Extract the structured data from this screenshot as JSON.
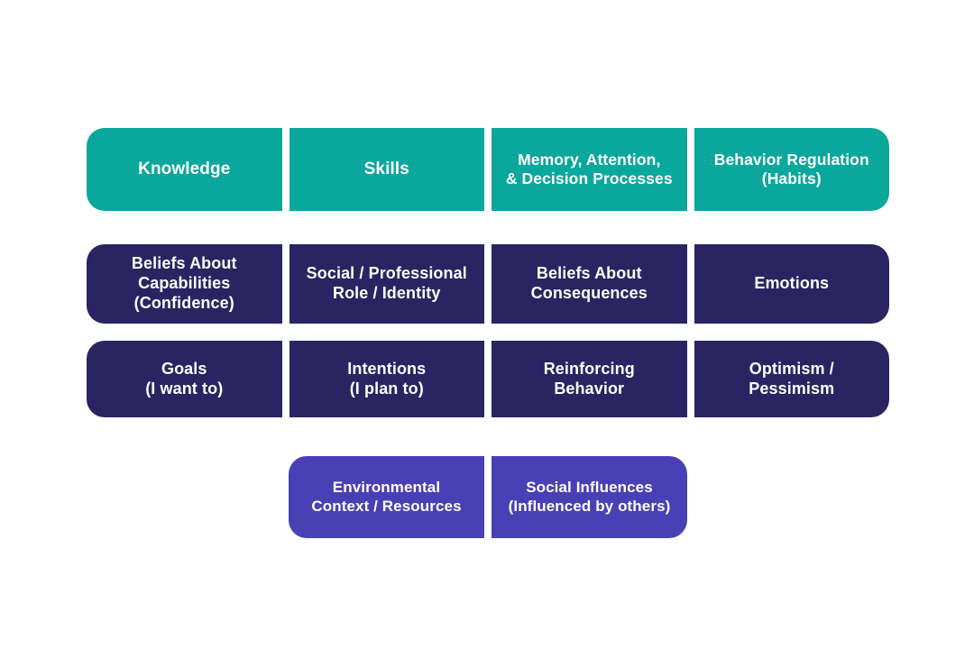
{
  "diagram": {
    "type": "grouped-box-grid",
    "background_color": "#FFFFFF",
    "colors": {
      "capability_teal": "#0AA79C",
      "motivation_navy": "#2A2463",
      "opportunity_purple": "#4A40B5",
      "text": "#FFFFFF"
    },
    "rows": [
      {
        "id": "capability",
        "color_key": "capability_teal",
        "boxes": [
          {
            "label": "Knowledge"
          },
          {
            "label": "Skills"
          },
          {
            "label": "Memory, Attention,\n& Decision Processes"
          },
          {
            "label": "Behavior Regulation\n(Habits)"
          }
        ]
      },
      {
        "id": "motivation-a",
        "color_key": "motivation_navy",
        "boxes": [
          {
            "label": "Beliefs About\nCapabilities\n(Confidence)"
          },
          {
            "label": "Social / Professional\nRole / Identity"
          },
          {
            "label": "Beliefs About\nConsequences"
          },
          {
            "label": "Emotions"
          }
        ]
      },
      {
        "id": "motivation-b",
        "color_key": "motivation_navy",
        "boxes": [
          {
            "label": "Goals\n(I want to)"
          },
          {
            "label": "Intentions\n(I plan to)"
          },
          {
            "label": "Reinforcing\nBehavior"
          },
          {
            "label": "Optimism /\nPessimism"
          }
        ]
      },
      {
        "id": "opportunity",
        "color_key": "opportunity_purple",
        "boxes": [
          {
            "label": "Environmental\nContext / Resources"
          },
          {
            "label": "Social Influences\n(Influenced by others)"
          }
        ]
      }
    ]
  }
}
